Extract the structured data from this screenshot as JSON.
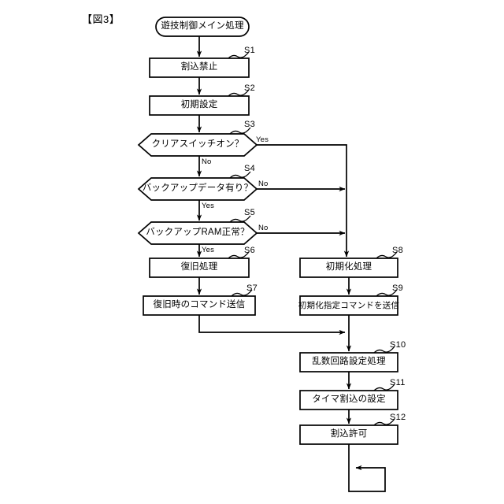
{
  "figure": {
    "label": "【図3】"
  },
  "flowchart": {
    "title": "遊技制御メイン処理",
    "start": {
      "id": "start",
      "text": "遊技制御メイン処理",
      "shape": "terminator"
    },
    "nodes": [
      {
        "id": "S1",
        "step": "S1",
        "text": "割込禁止",
        "shape": "process",
        "column": "left"
      },
      {
        "id": "S2",
        "step": "S2",
        "text": "初期設定",
        "shape": "process",
        "column": "left"
      },
      {
        "id": "S3",
        "step": "S3",
        "text": "クリアスイッチオン？",
        "shape": "decision",
        "column": "left"
      },
      {
        "id": "S4",
        "step": "S4",
        "text": "バックアップデータ有り？",
        "shape": "decision",
        "column": "left"
      },
      {
        "id": "S5",
        "step": "S5",
        "text": "バックアップRAM正常？",
        "shape": "decision",
        "column": "left"
      },
      {
        "id": "S6",
        "step": "S6",
        "text": "復旧処理",
        "shape": "process",
        "column": "left"
      },
      {
        "id": "S7",
        "step": "S7",
        "text": "復旧時のコマンド送信",
        "shape": "process",
        "column": "left"
      },
      {
        "id": "S8",
        "step": "S8",
        "text": "初期化処理",
        "shape": "process",
        "column": "right"
      },
      {
        "id": "S9",
        "step": "S9",
        "text": "初期化指定コマンドを送信",
        "shape": "process",
        "column": "right"
      },
      {
        "id": "S10",
        "step": "S10",
        "text": "乱数回路設定処理",
        "shape": "process",
        "column": "right"
      },
      {
        "id": "S11",
        "step": "S11",
        "text": "タイマ割込の設定",
        "shape": "process",
        "column": "right"
      },
      {
        "id": "S12",
        "step": "S12",
        "text": "割込許可",
        "shape": "process",
        "column": "right"
      }
    ],
    "branch_labels": {
      "s3_yes": "Yes",
      "s3_no": "No",
      "s4_no": "No",
      "s4_yes": "Yes",
      "s5_no": "No",
      "s5_yes": "Yes"
    },
    "edges": [
      {
        "from": "start",
        "to": "S1",
        "label": ""
      },
      {
        "from": "S1",
        "to": "S2",
        "label": ""
      },
      {
        "from": "S2",
        "to": "S3",
        "label": ""
      },
      {
        "from": "S3",
        "to": "S4",
        "label": "No"
      },
      {
        "from": "S3",
        "to": "S8",
        "label": "Yes"
      },
      {
        "from": "S4",
        "to": "S5",
        "label": "Yes"
      },
      {
        "from": "S4",
        "to": "S8",
        "label": "No"
      },
      {
        "from": "S5",
        "to": "S6",
        "label": "Yes"
      },
      {
        "from": "S5",
        "to": "S8",
        "label": "No"
      },
      {
        "from": "S6",
        "to": "S7",
        "label": ""
      },
      {
        "from": "S7",
        "to": "S10",
        "label": ""
      },
      {
        "from": "S8",
        "to": "S9",
        "label": ""
      },
      {
        "from": "S9",
        "to": "S10",
        "label": ""
      },
      {
        "from": "S10",
        "to": "S11",
        "label": ""
      },
      {
        "from": "S11",
        "to": "S12",
        "label": ""
      },
      {
        "from": "S12",
        "to": "loop",
        "label": ""
      }
    ],
    "loop": {
      "id": "loop",
      "shape": "loop-back"
    },
    "colors": {
      "stroke": "#000000",
      "fill": "#ffffff",
      "background": "#ffffff"
    }
  }
}
